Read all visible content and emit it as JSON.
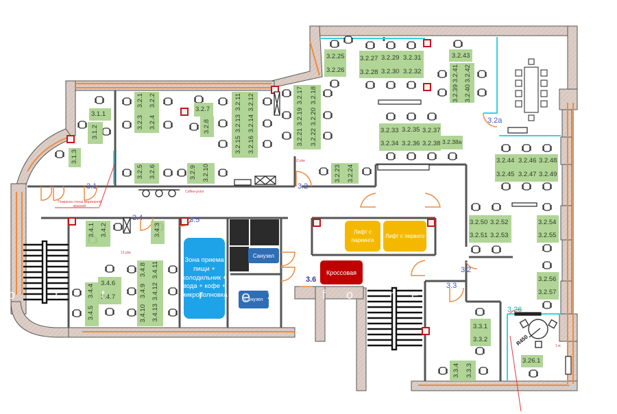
{
  "plan": {
    "title": "Office floor plan",
    "colors": {
      "wall": "#d9cbc4",
      "wall_edge": "#555555",
      "window": "#f08a3c",
      "desk": "#a9d18e",
      "glass": "#38d0e0",
      "door_label": "#4a55c8",
      "note": "#e0383e",
      "food_zone": "#1fa3e8",
      "wc": "#2f6db5",
      "lift": "#f5b800",
      "server": "#c00000"
    },
    "door_labels": {
      "d31": "3.1",
      "d32a": "3.2",
      "d32b": "3.2",
      "d32c": "3.2a",
      "d33": "3.3",
      "d34": "3.4",
      "d35": "3.5",
      "d36": "3.6",
      "d326": "3.26"
    },
    "notes": {
      "wall_paint": "Покраска стены маркерной краской",
      "coffee": "Coffee-point",
      "area62": "62 р/м",
      "area13": "13 р/м",
      "r450": "R450",
      "area1": "1 м"
    },
    "zones": {
      "food": "Зона приема пищи + холодильник + вода + кофе + микроволновка",
      "wc1": "Санузел",
      "wc2": "Санузел",
      "lift_parking": "Лифт с паркинга",
      "lift_first": "Лифт с первого",
      "server": "Кроссовая"
    },
    "watermark": [
      "o",
      "r",
      "t",
      "r",
      "e",
      "x",
      "f",
      "o",
      "r",
      "e",
      "x"
    ],
    "desks": {
      "d311": "3.1.1",
      "d312": "3.1.2",
      "d313": "3.1.3",
      "d321": "3.2.1",
      "d322": "3.2.2",
      "d323": "3.2.3",
      "d324": "3.2.4",
      "d325": "3.2.5",
      "d326": "3.2.6",
      "d327": "3.2.7",
      "d328": "3.2.8",
      "d329": "3.2.9",
      "d3210": "3.2.10",
      "d3211": "3.2.11",
      "d3212": "3.2.12",
      "d3213": "3.2.13",
      "d3214": "3.2.14",
      "d3215": "3.2.15",
      "d3216": "3.2.16",
      "d3217": "3.2.17",
      "d3218": "3.2.18",
      "d3219": "3.2.19",
      "d3220": "3.2.20",
      "d3221": "3.2.21",
      "d3222": "3.2.22",
      "d3223": "3.2.23",
      "d3224": "3.2.24",
      "d3225": "3.2.25",
      "d3226": "3.2.26",
      "d3227": "3.2.27",
      "d3228": "3.2.28",
      "d3229": "3.2.29",
      "d3230": "3.2.30",
      "d3231": "3.2.31",
      "d3232": "3.2.32",
      "d3233": "3.2.33",
      "d3234": "3.2.34",
      "d3235": "3.2.35",
      "d3236": "3.2.36",
      "d3237": "3.2.37",
      "d3238": "3.2.38",
      "d3238a": "3.2.38a",
      "d3239": "3.2.39",
      "d3240": "3.2.40",
      "d3241": "3.2.41",
      "d3242": "3.2.42",
      "d3243": "3.2.43",
      "d3244": "3.2.44",
      "d3245": "3.2.45",
      "d3246": "3.2.46",
      "d3247": "3.2.47",
      "d3248": "3.2.48",
      "d3249": "3.2.49",
      "d3250": "3.2.50",
      "d3251": "3.2.51",
      "d3252": "3.2.52",
      "d3253": "3.2.53",
      "d3254": "3.2.54",
      "d3255": "3.2.55",
      "d3256": "3.2.56",
      "d3257": "3.2.57",
      "d331": "3.3.1",
      "d332": "3.3.2",
      "d333": "3.3.3",
      "d334": "3.3.4",
      "d3261": "3.26.1",
      "d341": "3.4.1",
      "d342": "3.4.2",
      "d343": "3.4.3",
      "d344": "3.4.4",
      "d345": "3.4.5",
      "d346": "3.4.6",
      "d347": "3.4.7",
      "d348": "3.4.8",
      "d349": "3.4.9",
      "d3410": "3.4.10",
      "d3411": "3.4.11",
      "d3412": "3.4.12",
      "d3413": "3.4.13"
    }
  }
}
